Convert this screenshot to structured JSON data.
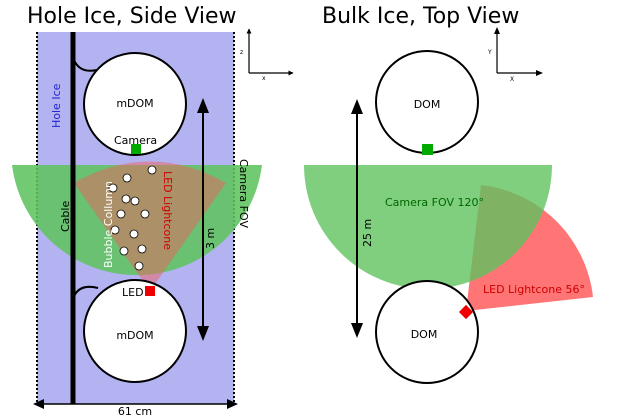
{
  "left_panel": {
    "title": "Hole Ice, Side View",
    "hole_ice_label": "Hole Ice",
    "cable_label": "Cable",
    "bubble_column_label": "Bubble Collumn",
    "led_lightcone_label": "LED Lightcone",
    "camera_fov_label": "Camera FOV",
    "top_dom_label": "mDOM",
    "bottom_dom_label": "mDOM",
    "camera_label": "Camera",
    "led_label": "LED",
    "spacing_label": "3 m",
    "width_label": "61 cm",
    "axes": {
      "vertical": "z",
      "horizontal": "x"
    }
  },
  "right_panel": {
    "title": "Bulk Ice, Top View",
    "top_dom_label": "DOM",
    "bottom_dom_label": "DOM",
    "camera_fov_label": "Camera FOV 120°",
    "led_lightcone_label": "LED Lightcone 56°",
    "spacing_label": "25 m",
    "axes": {
      "vertical": "Y",
      "horizontal": "X"
    }
  },
  "colors": {
    "hole_ice": "#b3b3f2",
    "camera_fov": "#5fc35f",
    "led_cone": "#f06060",
    "camera_marker": "#00aa00",
    "led_marker": "#ee0000",
    "hole_ice_text": "#2222cc",
    "fov_text": "#006600",
    "led_text": "#cc0000"
  }
}
